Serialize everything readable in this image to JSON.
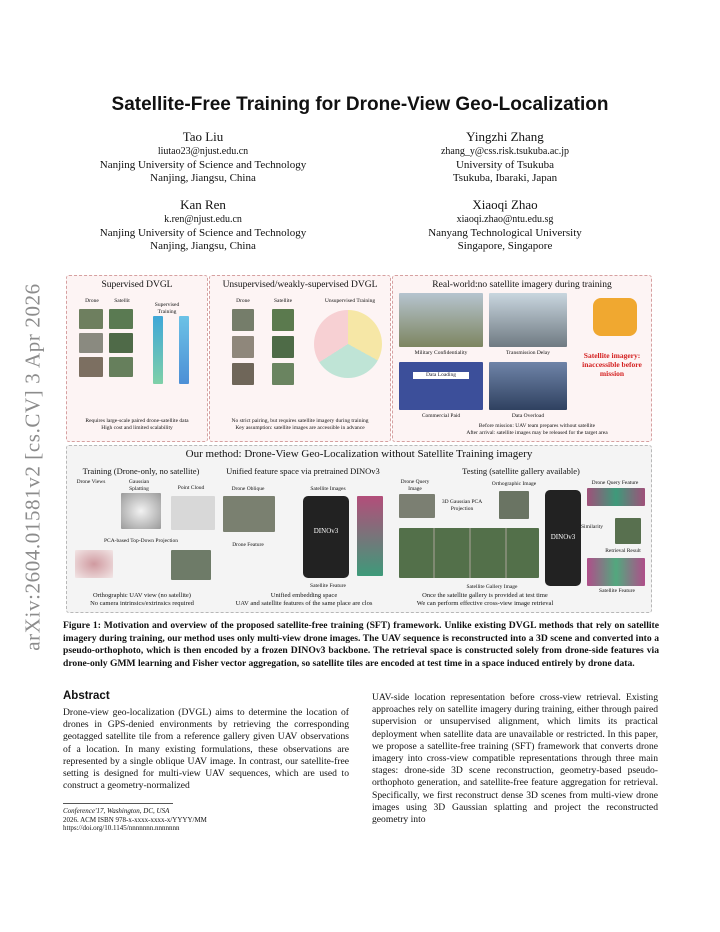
{
  "arxiv_id": "arXiv:2604.01581v2  [cs.CV]  3 Apr 2026",
  "title": "Satellite-Free Training for Drone-View Geo-Localization",
  "authors": [
    {
      "name": "Tao Liu",
      "email": "liutao23@njust.edu.cn",
      "affiliation": "Nanjing University of Science and Technology",
      "location": "Nanjing, Jiangsu, China"
    },
    {
      "name": "Yingzhi Zhang",
      "email": "zhang_y@css.risk.tsukuba.ac.jp",
      "affiliation": "University of Tsukuba",
      "location": "Tsukuba, Ibaraki, Japan"
    },
    {
      "name": "Kan Ren",
      "email": "k.ren@njust.edu.cn",
      "affiliation": "Nanjing University of Science and Technology",
      "location": "Nanjing, Jiangsu, China"
    },
    {
      "name": "Xiaoqi Zhao",
      "email": "xiaoqi.zhao@ntu.edu.sg",
      "affiliation": "Nanyang Technological University",
      "location": "Singapore, Singapore"
    }
  ],
  "figure": {
    "p1": {
      "title": "Supervised DVGL",
      "drone": "Drone",
      "satellite": "Satellit",
      "training": "Supervised Training",
      "note1": "Requires large-scale paired drone-satellite data",
      "note2": "High cost and limited scalability"
    },
    "p2": {
      "title": "Unsupervised/weakly-supervised DVGL",
      "drone": "Drone",
      "satellite": "Satellite",
      "training": "Unsupervised Training",
      "note1": "No strict pairing, but requires satellite imagery during training",
      "note2": "Key assumption: satellite images are accessible in advance"
    },
    "p3": {
      "title": "Real-world:no satellite imagery during training",
      "c1": "Military Confidentiality",
      "c2": "Transmission Delay",
      "c3": "Commercial Paid",
      "c4": "Data Overload",
      "tile_text": "Data Loading",
      "lock_text": "Satellite imagery: inaccessible before mission",
      "note1": "Before mission: UAV team prepares without satellite",
      "note2": "After arrival: satellite images may be released for the target area"
    },
    "method_title": "Our method: Drone-View Geo-Localization without Satellite Training imagery",
    "m1": {
      "title": "Training (Drone-only, no satellite)",
      "drone_views": "Drone Views",
      "gs": "Gaussian Splatting",
      "pc": "Point Cloud",
      "pca": "PCA-based Top-Down Projection",
      "note1": "Orthographic UAV view (no satellite)",
      "note2": "No camera intrinsics/extrinsics required"
    },
    "m2": {
      "title": "Unified feature space via pretrained DINOv3",
      "oblique": "Drone Oblique",
      "sat_images": "Satellite Images",
      "drone_feat": "Drone Feature",
      "sat_feat": "Satellite Feature",
      "dino": "DINOv3",
      "note1": "Unified embedding space",
      "note2": "UAV and satellite features of the same place are clos"
    },
    "m3": {
      "title": "Testing (satellite gallery available)",
      "query": "Drone Query Image",
      "gs_pca": "3D Gaussian PCA Projection",
      "ortho": "Orthographic Image",
      "query_feat": "Drone Query Feature",
      "similarity": "Similarity",
      "retrieval": "Retrieval Result",
      "gallery": "Satellite Gallery Image",
      "sat_feat": "Satellite Feature",
      "dino": "DINOv3",
      "note1": "Once the satellite gallery is provided at test time",
      "note2": "We can perform effective cross-view image retrieval"
    }
  },
  "caption": "Figure 1: Motivation and overview of the proposed satellite-free training (SFT) framework. Unlike existing DVGL methods that rely on satellite imagery during training, our method uses only multi-view drone images. The UAV sequence is reconstructed into a 3D scene and converted into a pseudo-orthophoto, which is then encoded by a frozen DINOv3 backbone. The retrieval space is constructed solely from drone-side features via drone-only GMM learning and Fisher vector aggregation, so satellite tiles are encoded at test time in a space induced entirely by drone data.",
  "abstract_heading": "Abstract",
  "abstract_left": "Drone-view geo-localization (DVGL) aims to determine the location of drones in GPS-denied environments by retrieving the corresponding geotagged satellite tile from a reference gallery given UAV observations of a location. In many existing formulations, these observations are represented by a single oblique UAV image. In contrast, our satellite-free setting is designed for multi-view UAV sequences, which are used to construct a geometry-normalized",
  "abstract_right": "UAV-side location representation before cross-view retrieval. Existing approaches rely on satellite imagery during training, either through paired supervision or unsupervised alignment, which limits its practical deployment when satellite data are unavailable or restricted. In this paper, we propose a satellite-free training (SFT) framework that converts drone imagery into cross-view compatible representations through three main stages: drone-side 3D scene reconstruction, geometry-based pseudo-orthophoto generation, and satellite-free feature aggregation for retrieval. Specifically, we first reconstruct dense 3D scenes from multi-view drone images using 3D Gaussian splatting and project the reconstructed geometry into",
  "conference": "Conference'17, Washington, DC, USA",
  "isbn": "2026. ACM ISBN 978-x-xxxx-xxxx-x/YYYY/MM",
  "doi": "https://doi.org/10.1145/nnnnnnn.nnnnnnn"
}
